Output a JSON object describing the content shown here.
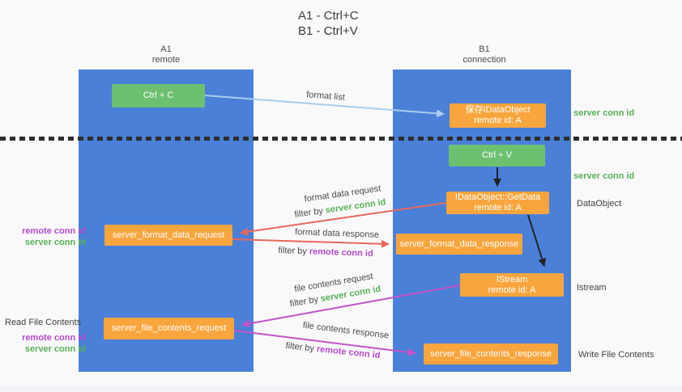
{
  "title": {
    "line1": "A1 - Ctrl+C",
    "line2": "B1 - Ctrl+V"
  },
  "lanes": {
    "left": {
      "name": "A1",
      "subtitle": "remote"
    },
    "right": {
      "name": "B1",
      "subtitle": "connection"
    }
  },
  "nodes": {
    "ctrl_c": {
      "label": "Ctrl + C"
    },
    "save_dataobject": {
      "line1": "保存IDataObject",
      "line2": "remote id: A"
    },
    "ctrl_v": {
      "label": "Ctrl + V"
    },
    "getdata": {
      "line1": "IDataObject::GetData",
      "line2": "remote id: A"
    },
    "format_request": {
      "label": "server_format_data_request"
    },
    "format_response": {
      "label": "server_format_data_response"
    },
    "istream": {
      "line1": "IStream",
      "line2": "remote id: A"
    },
    "file_request": {
      "label": "server_file_contents_request"
    },
    "file_response": {
      "label": "server_file_contents_response"
    }
  },
  "arrows": {
    "format_list": {
      "label": "format list"
    },
    "format_data_request": {
      "label": "format data request",
      "filter_prefix": "filter by ",
      "filter_value": "server conn id"
    },
    "format_data_response": {
      "label": "format data response",
      "filter_prefix": "filter by ",
      "filter_value": "remote conn id"
    },
    "file_contents_request": {
      "label": "file contents request",
      "filter_prefix": "filter by ",
      "filter_value": "server conn id"
    },
    "file_contents_response": {
      "label": "file contents response",
      "filter_prefix": "filter by ",
      "filter_value": "remote conn id"
    }
  },
  "annotations": {
    "save_server_conn": "server conn id",
    "ctrlv_server_conn": "server conn id",
    "dataobject": "DataObject",
    "istream": "Istream",
    "write_file": "Write File Contents",
    "read_file": "Read File Contents",
    "format_remote_conn": "remote conn id",
    "format_server_conn": "server conn id",
    "file_remote_conn": "remote conn id",
    "file_server_conn": "server conn id"
  },
  "colors": {
    "lane_blue": "#4a80d8",
    "node_green": "#6ec071",
    "node_orange": "#f9a53e",
    "text_green": "#57b157",
    "text_purple": "#b14acb",
    "arrow_red": "#e8685c",
    "arrow_light_blue": "#a9cdf0",
    "arrow_purple": "#c353c9",
    "arrow_black": "#222222",
    "divider_black": "#2e2e2e"
  }
}
